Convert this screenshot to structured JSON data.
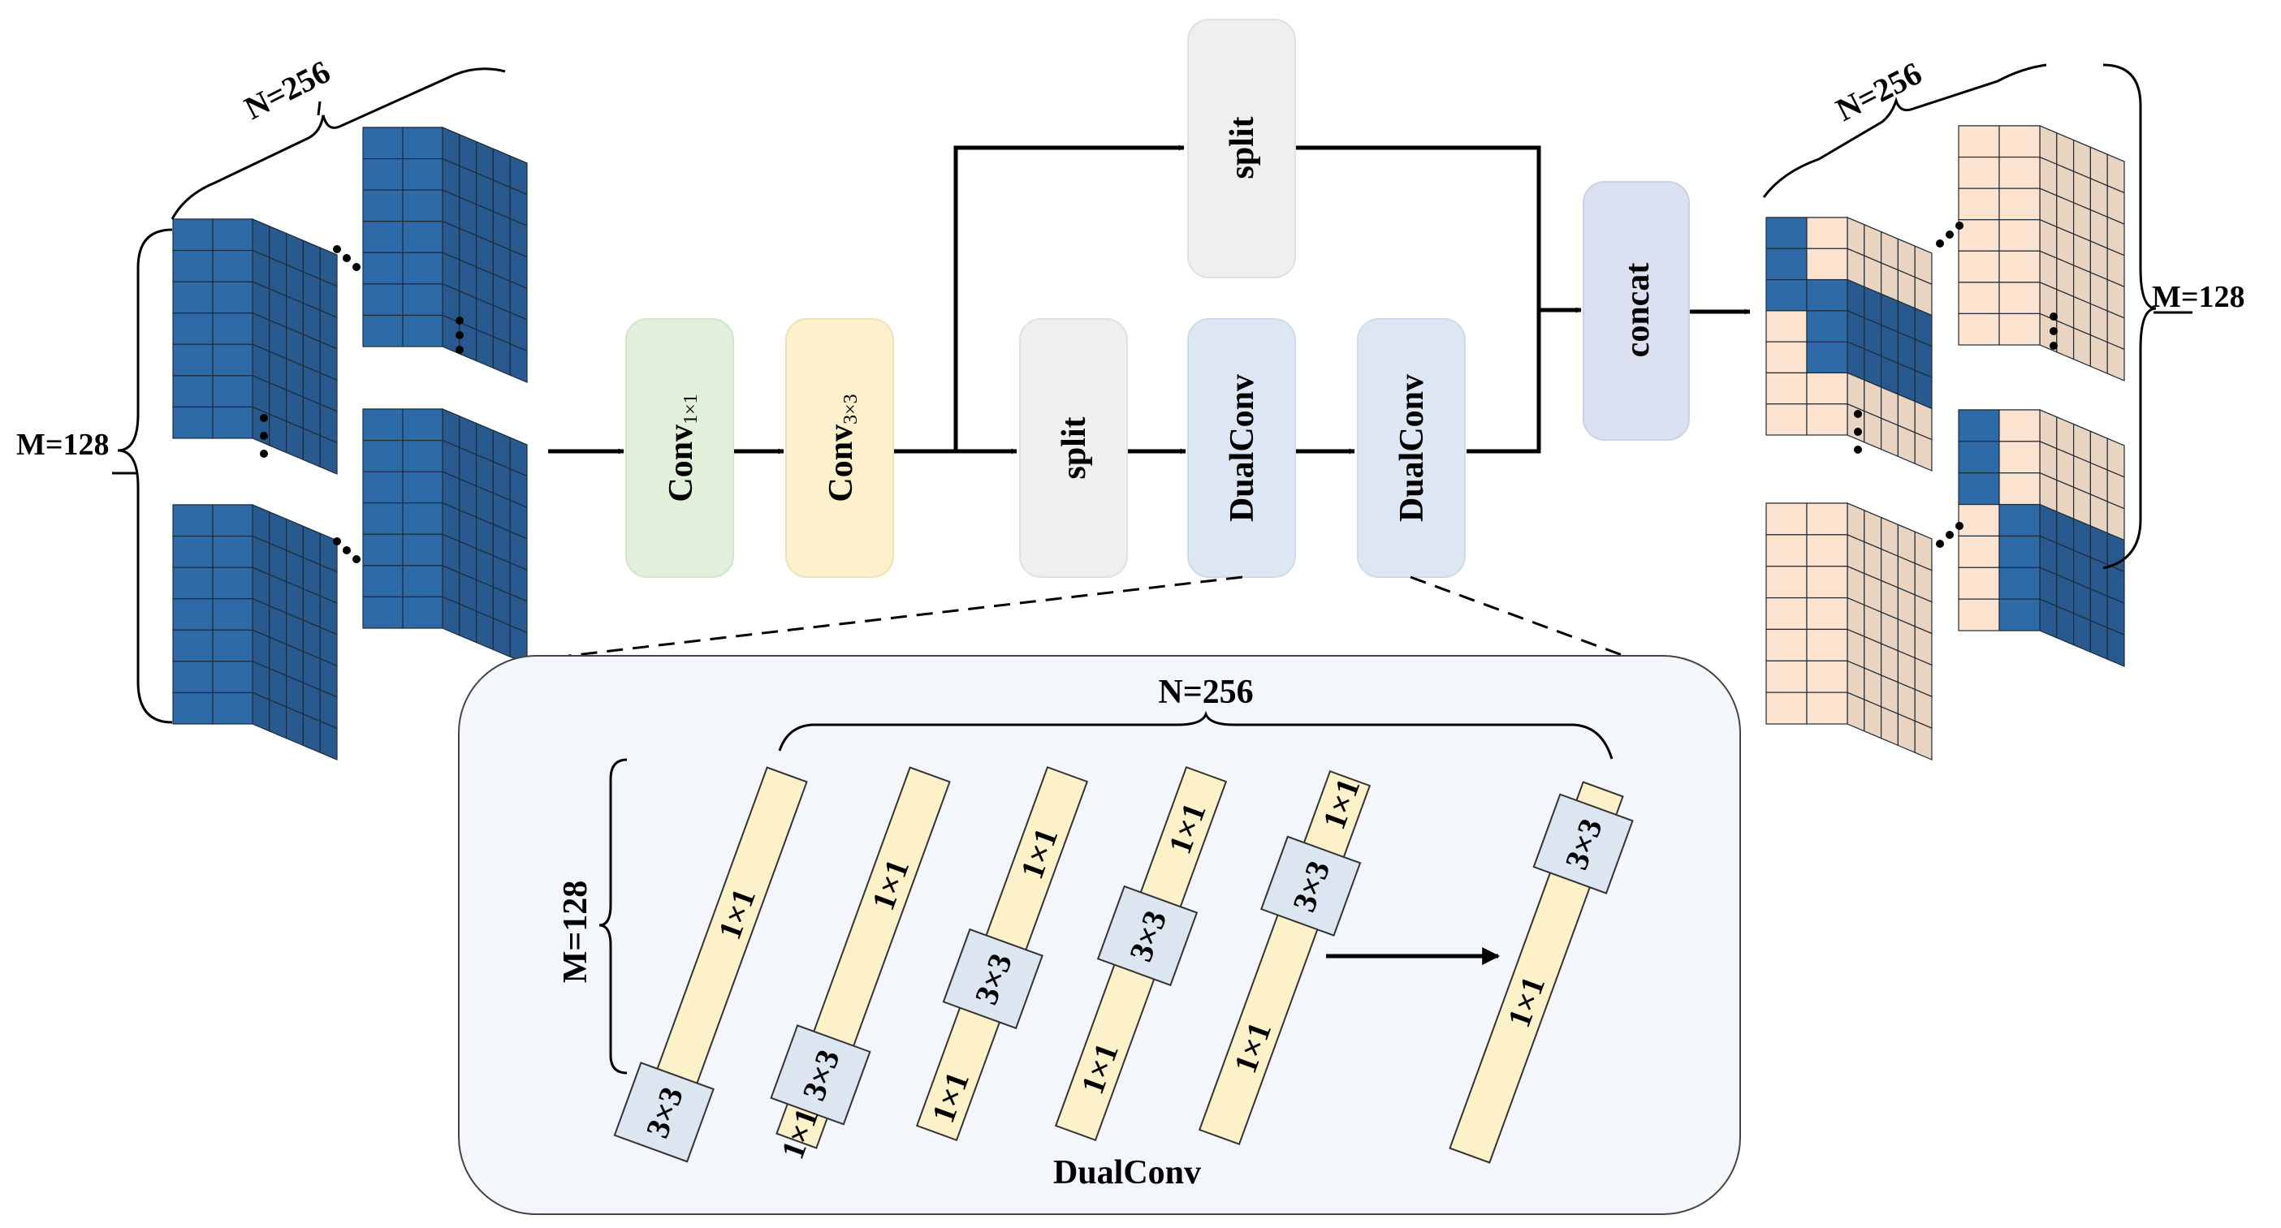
{
  "colors": {
    "blue_cube": "#2f6aa8",
    "peach_cube": "#fbe3cf",
    "conv1_fill": "#e2efdb",
    "conv3_fill": "#fdf0cd",
    "split_fill": "#efefef",
    "dualconv_fill": "#dce7f3",
    "concat_fill": "#dbe0f1",
    "detail_panel_fill": "#f3f7fb",
    "bar_fill": "#fdf1c9",
    "kernel_fill": "#dbe6f1"
  },
  "input": {
    "n_label": "N=256",
    "m_label": "M=128"
  },
  "output": {
    "n_label": "N=256",
    "m_label": "M=128"
  },
  "pipeline": {
    "conv1": {
      "base": "Conv",
      "sub": "1×1"
    },
    "conv3": {
      "base": "Conv",
      "sub": "3×3"
    },
    "split_top": "split",
    "split_main": "split",
    "dualconv1": "DualConv",
    "dualconv2": "DualConv",
    "concat": "concat"
  },
  "detail": {
    "n_label": "N=256",
    "m_label": "M=128",
    "caption": "DualConv",
    "kernel_big": "3×3",
    "kernel_small": "1×1"
  }
}
